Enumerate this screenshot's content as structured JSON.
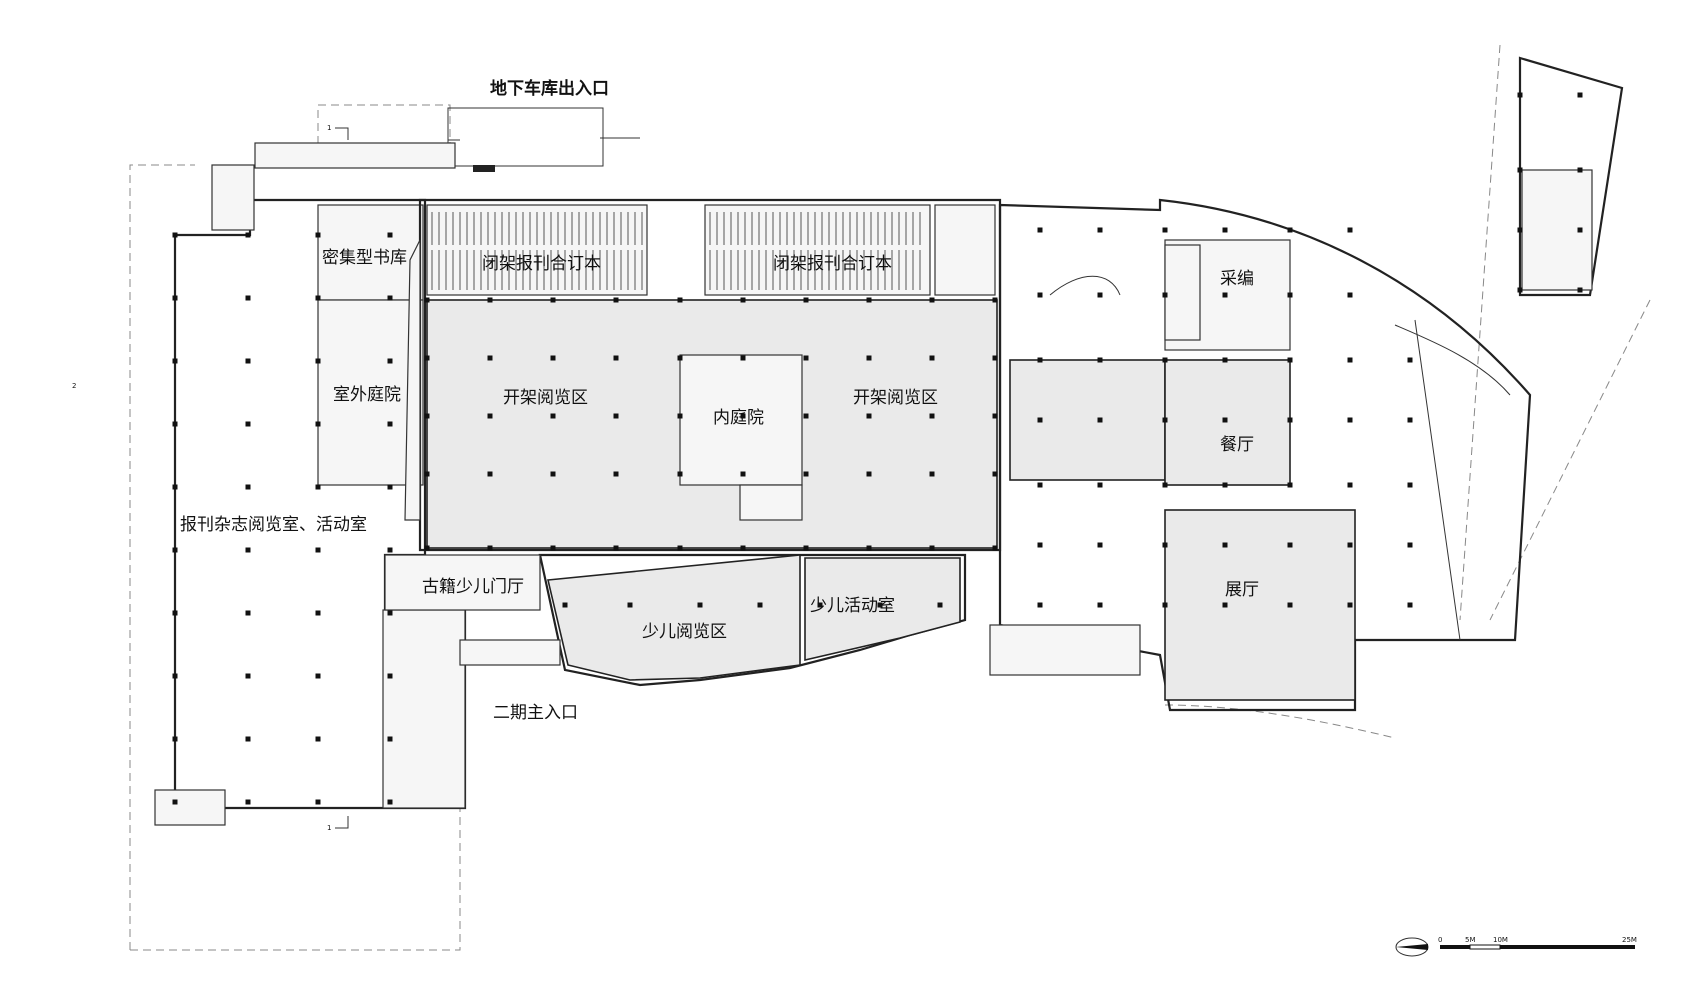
{
  "labels": {
    "garage_entrance": "地下车库出入口",
    "dense_stacks": "密集型书库",
    "outdoor_courtyard": "室外庭院",
    "periodicals_room": "报刊杂志阅览室、活动室",
    "closed_stacks_1": "闭架报刊合订本",
    "closed_stacks_2": "闭架报刊合订本",
    "open_reading_1": "开架阅览区",
    "open_reading_2": "开架阅览区",
    "inner_courtyard": "内庭院",
    "ancient_children_lobby": "古籍少儿门厅",
    "children_reading": "少儿阅览区",
    "children_activity": "少儿活动室",
    "phase2_main_entrance": "二期主入口",
    "acquisition": "采编",
    "dining": "餐厅",
    "exhibition": "展厅"
  },
  "section_markers": {
    "section_1_top": "1",
    "section_1_bottom": "1",
    "section_2_left": "2"
  },
  "scale_bar": {
    "tick_0": "0",
    "tick_5": "5M",
    "tick_10": "10M",
    "tick_25": "25M"
  }
}
